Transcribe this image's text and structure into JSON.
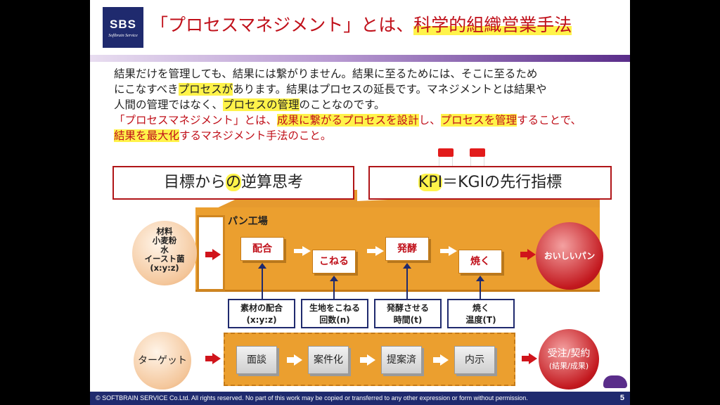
{
  "header": {
    "logo_text": "SBS",
    "logo_subtext": "Softbrain Service",
    "title_part1": "「プロセスマネジメント」とは、",
    "title_part2": "科学的組織営業手法"
  },
  "body": {
    "line1": "結果だけを管理しても、結果には繋がりません。結果に至るためには、そこに至るため",
    "line2_a": "にこなすべき",
    "line2_b": "プロセスが",
    "line2_c": "あります。結果はプロセスの延長です。マネジメントとは結果や",
    "line3_a": "人間の管理ではなく、",
    "line3_b": "プロセスの管理",
    "line3_c": "のことなのです。",
    "line4_a": "「プロセスマネジメント」とは、",
    "line4_b": "成果に繋がるプロセスを設計",
    "line4_c": "し、",
    "line4_d": "プロセスを管理",
    "line4_e": "することで、",
    "line5_a": "結果を最大化",
    "line5_b": "するマネジメント手法のこと。"
  },
  "callouts": {
    "left_a": "目標から",
    "left_b": "の",
    "left_c": "逆算思考",
    "right_a": "KPI",
    "right_b": "＝KGIの先行指標"
  },
  "factory": {
    "label": "パン工場",
    "ingredients": [
      "材料",
      "小麦粉",
      "水",
      "イースト菌",
      "(x:y:z)"
    ],
    "steps": [
      "配合",
      "こねる",
      "発酵",
      "焼く"
    ],
    "output": "おいしいパン",
    "params": [
      {
        "line1": "素材の配合",
        "line2": "(x:y:z)"
      },
      {
        "line1": "生地をこねる",
        "line2": "回数(n)"
      },
      {
        "line1": "発酵させる",
        "line2": "時間(t)"
      },
      {
        "line1": "焼く",
        "line2": "温度(T)"
      }
    ]
  },
  "sales": {
    "target": "ターゲット",
    "steps": [
      "面談",
      "案件化",
      "提案済",
      "内示"
    ],
    "result_line1": "受注/契約",
    "result_line2": "(結果/成果)"
  },
  "footer": {
    "copyright": "©  SOFTBRAIN SERVICE Co.Ltd.  All rights reserved. No part of this work may be copied or  transferred  to any other expression or form without permission.",
    "page": "5"
  },
  "colors": {
    "accent_red": "#c0101a",
    "navy": "#1f2a6e",
    "factory_orange": "#eb9f2f",
    "highlight": "#fff34a"
  }
}
